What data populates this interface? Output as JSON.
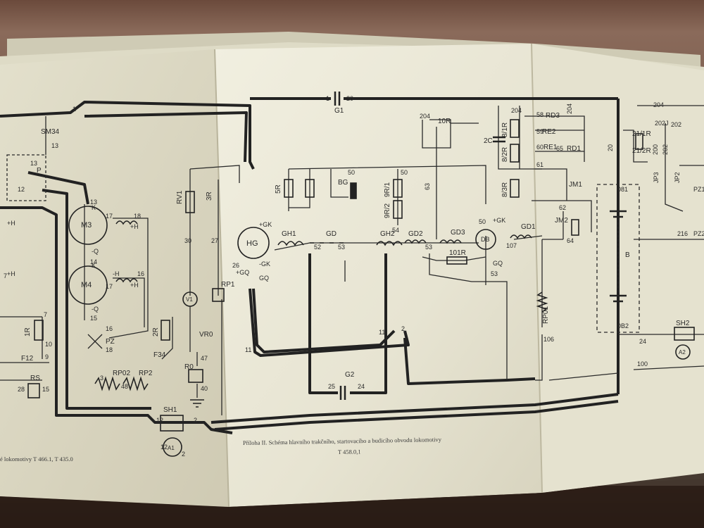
{
  "colors": {
    "paper": "#ebe9d9",
    "paper_shade": "#d9d6c3",
    "ink": "#2a2a2a",
    "background": "#3a2a22"
  },
  "captions": {
    "left": "é lokomotivy T 466.1, T 435.0",
    "center_line1": "Příloha II. Schéma hlavního trakčního, startovacího a budicího obvodu lokomotivy",
    "center_line2": "T 458.0,1"
  },
  "labels": {
    "sm34": "SM34",
    "p": "P",
    "m3": "M3",
    "m4": "M4",
    "hg": "HG",
    "db": "DB",
    "pz": "PZ",
    "rv1": "RV1",
    "3r": "3R",
    "rp1": "RP1",
    "v1": "V1",
    "vr0": "VR0",
    "r0": "R0",
    "1r": "1R",
    "2r": "2R",
    "f12": "F12",
    "f34": "F34",
    "rs": "RS",
    "rp02": "RP02",
    "rp2": "RP2",
    "sh1": "SH1",
    "a1": "A1",
    "sh2": "SH2",
    "a2": "A2",
    "g1": "G1",
    "g2": "G2",
    "gh1": "GH1",
    "gh2": "GH2",
    "gd": "GD",
    "gd2": "GD2",
    "gd3": "GD3",
    "gd1": "GD1",
    "5r": "5R",
    "bg": "BG",
    "9r1": "9R/1",
    "9r2": "9R/2",
    "10r": "10R",
    "101r": "101R",
    "2c": "2C",
    "8_1r": "8/1R",
    "8_2r": "8/2R",
    "8_3r": "8/3R",
    "rd3": "RD3",
    "re2": "RE2",
    "re1": "RE1",
    "rd1": "RD1",
    "jm1": "JM1",
    "jm2": "JM2",
    "rp01": "RP01",
    "b": "B",
    "k21_1r": "21/1R",
    "k21_2r": "21/2R",
    "n1": "1",
    "n20": "20",
    "n13": "13",
    "n12": "12",
    "n30": "30",
    "n27": "27",
    "n26": "26",
    "n11": "11",
    "n25": "25",
    "n24": "24",
    "n2": "2",
    "n204": "204",
    "n63": "63",
    "n50": "50",
    "n53": "53",
    "n54": "54",
    "n52": "52",
    "n64": "64",
    "n62": "62",
    "n61": "61",
    "n58": "58",
    "n59": "59",
    "n60": "60",
    "n65": "65",
    "n81": "081",
    "n82": "0B2",
    "n106": "106",
    "n100": "100",
    "n47": "47",
    "n40": "40",
    "n28": "28",
    "n15": "15",
    "n48": "48",
    "n3": "3",
    "n10": "10",
    "n9": "9",
    "n16": "16",
    "n17": "17",
    "n18": "18",
    "n14": "14",
    "n107": "107",
    "n216": "216",
    "n202": "202",
    "n200": "200",
    "n202j": "202J",
    "n7": "7",
    "n5": "5"
  },
  "polarity": {
    "k": "K",
    "h_plus": "+H",
    "h_minus": "-H",
    "q_minus": "-Q",
    "gk_plus": "+GK",
    "gk_minus": "-GK",
    "gq_plus": "+GQ",
    "gq": "GQ",
    "gk": "GK"
  },
  "meta_right": {
    "jp2": "JP2",
    "jp3": "JP3",
    "pz1": "PZ1",
    "pz2": "PZ2"
  }
}
